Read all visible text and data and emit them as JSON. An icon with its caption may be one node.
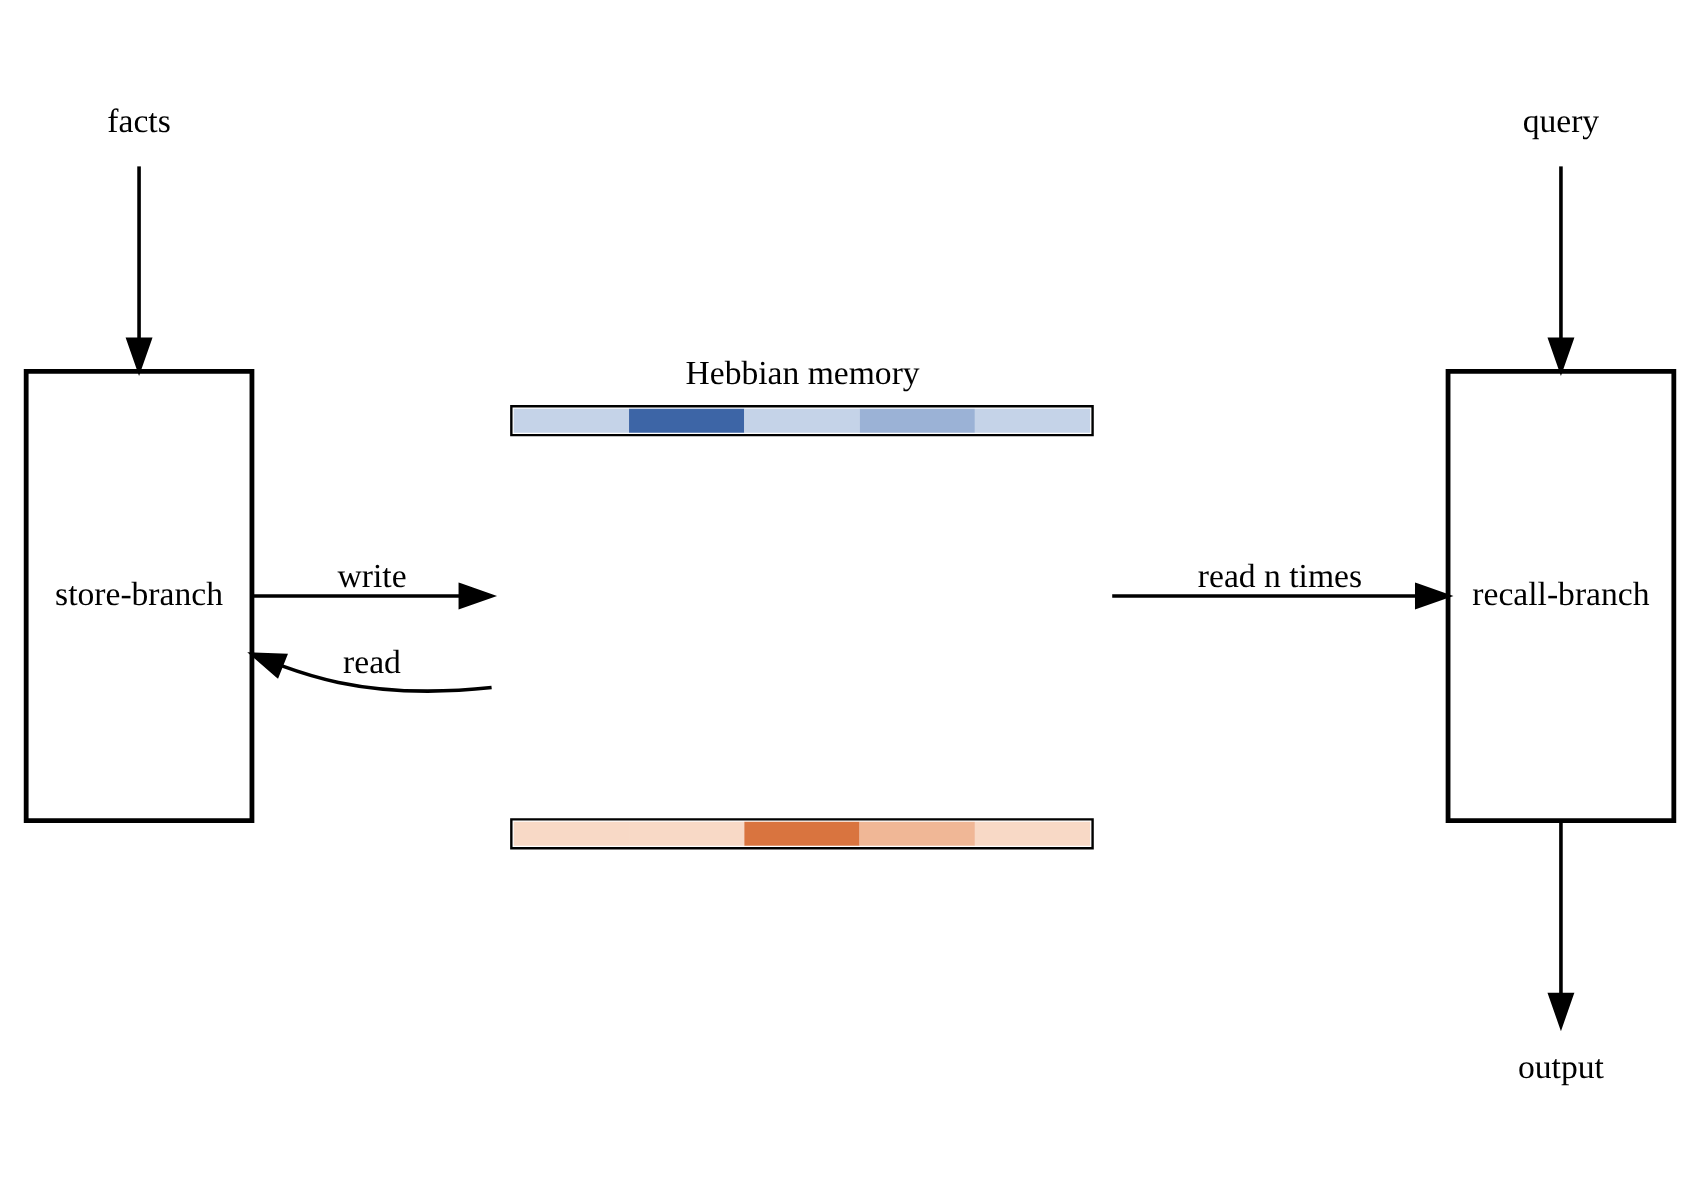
{
  "diagram": {
    "nodes": [
      {
        "text": [
          "facts"
        ]
      },
      {
        "text": [
          "store-branch"
        ]
      },
      {
        "text": [
          "Hebbian memory"
        ]
      },
      {
        "text": [
          "recall-branch"
        ]
      },
      {
        "text": [
          "query"
        ]
      },
      {
        "text": [
          "output"
        ]
      }
    ],
    "edges": [
      {
        "from": 0,
        "to": 1,
        "arrow": "to"
      },
      {
        "from": 2,
        "to": 1,
        "arrow": "to",
        "label": "read"
      },
      {
        "from": 1,
        "to": 2,
        "arrow": "to",
        "label": "write"
      },
      {
        "from": 2,
        "to": 3,
        "arrow": "to",
        "label": "read n times"
      },
      {
        "from": 4,
        "to": 3,
        "arrow": "to"
      },
      {
        "from": 3,
        "to": 5,
        "arrow": "to"
      }
    ]
  }
}
